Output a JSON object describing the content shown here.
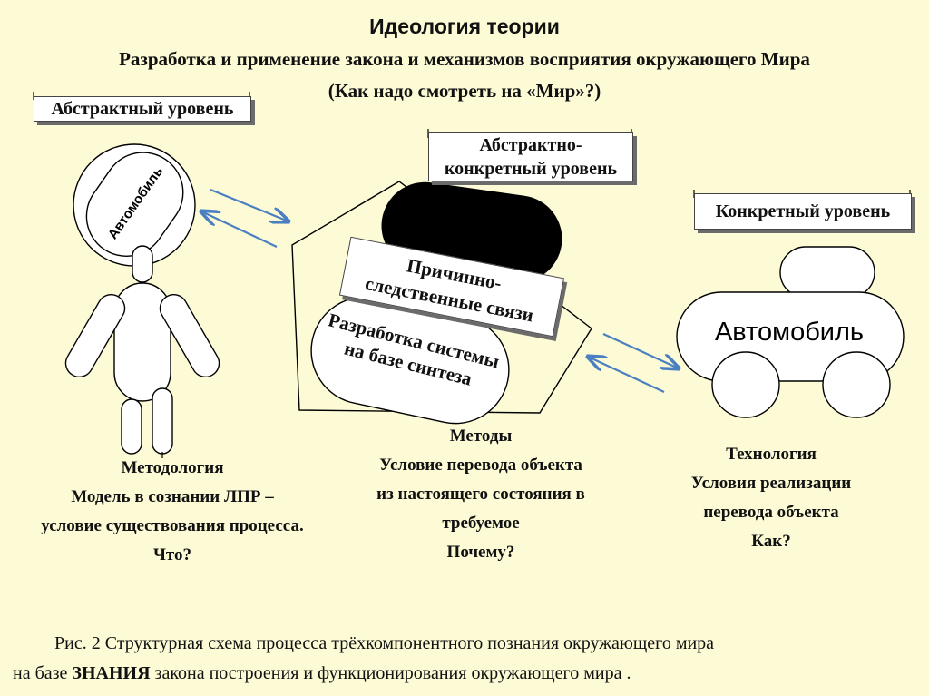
{
  "header": {
    "title": "Идеология теории",
    "subtitle": "Разработка и применение закона и механизмов восприятия окружающего  Мира",
    "question": "(Как надо смотреть на «Мир»?)"
  },
  "left": {
    "level_label": "Абстрактный уровень",
    "head_text": "Автомобиль",
    "caption": [
      "Методология",
      "Модель в  сознании ЛПР –",
      "условие существования процесса.",
      "Что?"
    ]
  },
  "middle": {
    "level_label": [
      "Абстрактно-",
      "конкретный уровень"
    ],
    "causal_label": [
      "Причинно-",
      "следственные связи"
    ],
    "oval_text": [
      "Разработка системы",
      "на базе синтеза"
    ],
    "caption": [
      "Методы",
      "Условие перевода  объекта",
      "из настоящего состояния в",
      "требуемое",
      "Почему?"
    ]
  },
  "right": {
    "level_label": "Конкретный  уровень",
    "car_text": "Автомобиль",
    "caption": [
      "Технология",
      "Условия реализации",
      "перевода объекта",
      "Как?"
    ]
  },
  "figure_caption": {
    "line1": "Рис. 2 Структурная схема процесса трёхкомпонентного познания окружающего мира",
    "line2_pre": "на базе ",
    "line2_bold": "ЗНАНИЯ",
    "line2_post": " закона построения и функционирования окружающего мира ."
  },
  "colors": {
    "background": "#fdfbd6",
    "arrow": "#4a7fc1",
    "shadow": "#6b6b6b"
  }
}
